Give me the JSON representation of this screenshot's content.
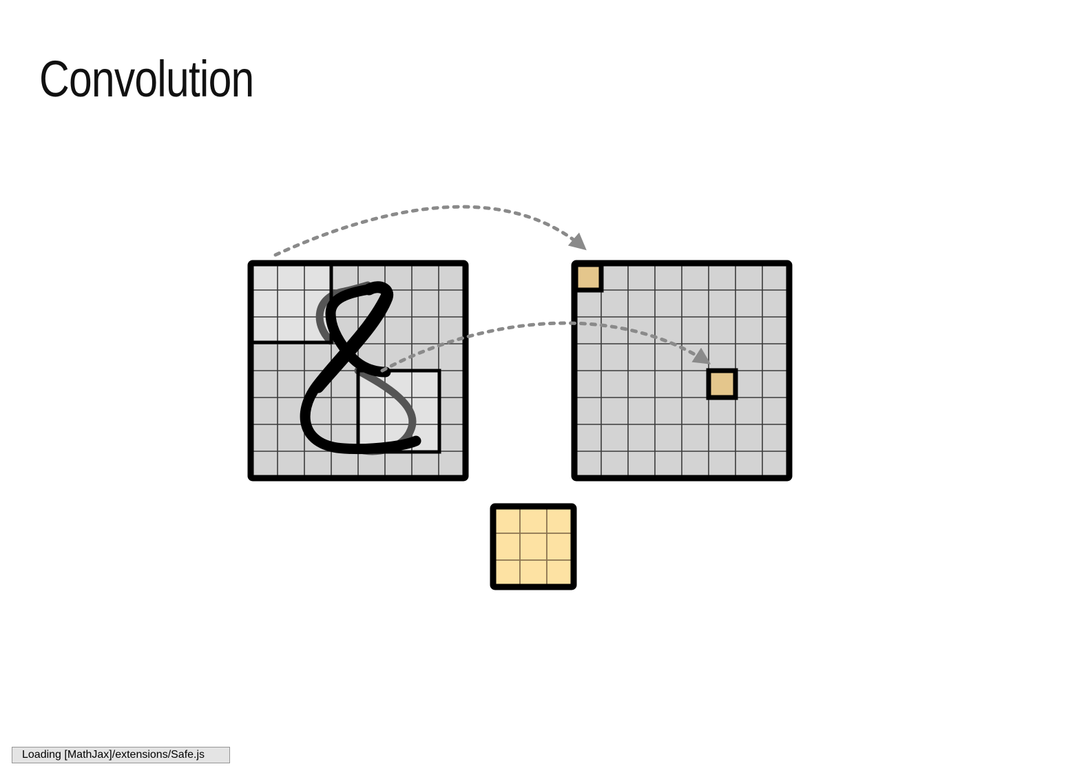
{
  "slide": {
    "title": "Convolution"
  },
  "status": {
    "loading_text": "Loading [MathJax]/extensions/Safe.js"
  },
  "diagram": {
    "input_grid": {
      "rows": 8,
      "cols": 8,
      "content": "handwritten digit 8"
    },
    "output_grid": {
      "rows": 8,
      "cols": 8
    },
    "kernel": {
      "rows": 3,
      "cols": 3
    },
    "receptive_fields": [
      {
        "input_row": 0,
        "input_col": 0,
        "output_row": 0,
        "output_col": 0
      },
      {
        "input_row": 4,
        "input_col": 4,
        "output_row": 4,
        "output_col": 5
      }
    ],
    "colors": {
      "grid_fill": "#d3d3d3",
      "window_fill": "#e2e2e2",
      "kernel_fill": "#fde2a3",
      "output_cell_fill": "#e4c68c",
      "kernel_line": "#8a7350",
      "grid_line": "#3a3a3a",
      "frame": "#000000",
      "arrow": "#8a8a8a",
      "digit_stroke": "#000000",
      "digit_shadow": "#555555"
    }
  }
}
